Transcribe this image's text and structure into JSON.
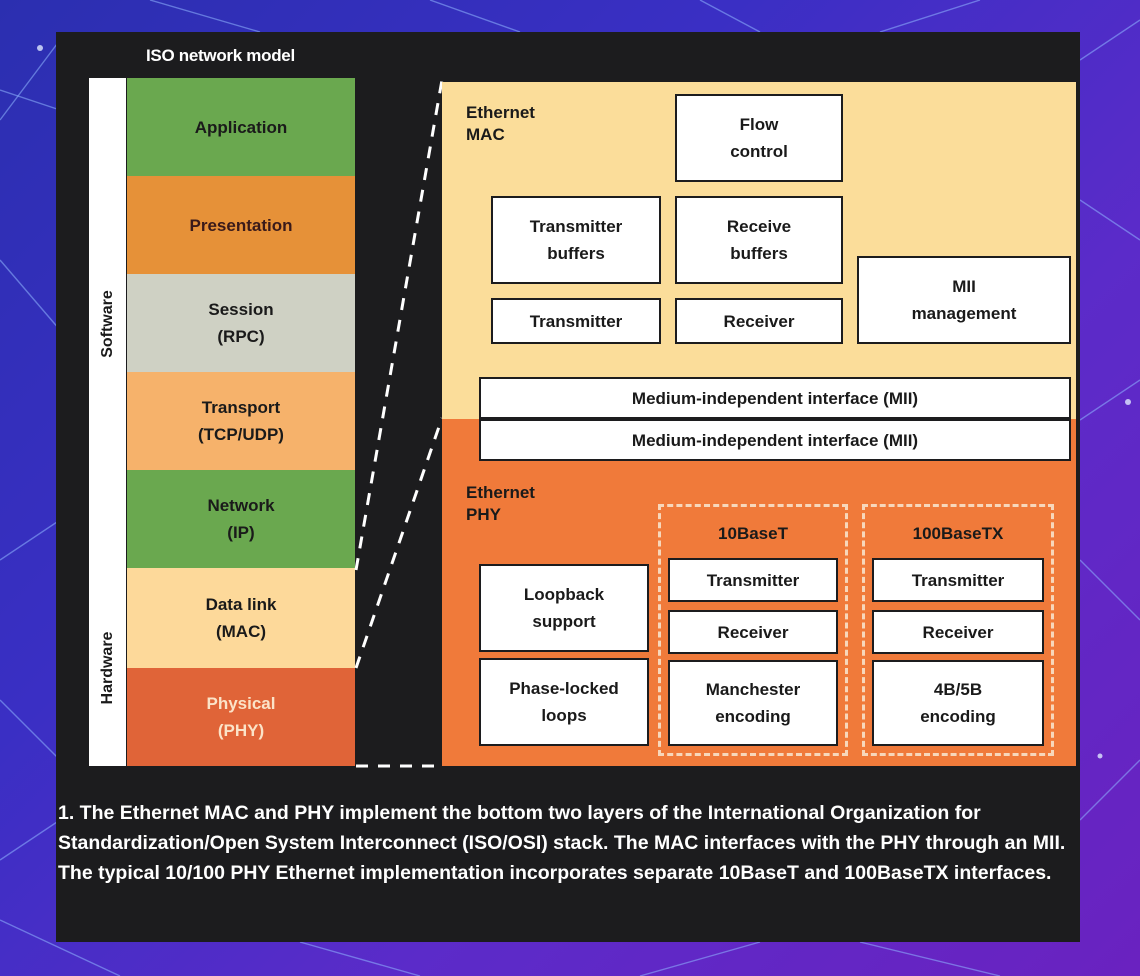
{
  "figure_title": "ISO network model",
  "side_labels": {
    "software": "Software",
    "hardware": "Hardware"
  },
  "layers": [
    {
      "lines": [
        "Application"
      ],
      "color": "#6aa84f",
      "text_color": "#1a1a1a"
    },
    {
      "lines": [
        "Presentation"
      ],
      "color": "#e69138",
      "text_color": "#3a1a1a"
    },
    {
      "lines": [
        "Session",
        "(RPC)"
      ],
      "color": "#cfd1c4",
      "text_color": "#1a1a1a"
    },
    {
      "lines": [
        "Transport",
        "(TCP/UDP)"
      ],
      "color": "#f6b26b",
      "text_color": "#1a1a1a"
    },
    {
      "lines": [
        "Network",
        "(IP)"
      ],
      "color": "#6aa84f",
      "text_color": "#1a1a1a"
    },
    {
      "lines": [
        "Data link",
        "(MAC)"
      ],
      "color": "#fdd99a",
      "text_color": "#1a1a1a"
    },
    {
      "lines": [
        "Physical",
        "(PHY)"
      ],
      "color": "#e06438",
      "text_color": "#fbe3c8"
    }
  ],
  "mac": {
    "label": [
      "Ethernet",
      "MAC"
    ],
    "flow_control": [
      "Flow",
      "control"
    ],
    "transmitter_buffers": [
      "Transmitter",
      "buffers"
    ],
    "receive_buffers": [
      "Receive",
      "buffers"
    ],
    "transmitter": "Transmitter",
    "receiver": "Receiver",
    "mii_management": [
      "MII",
      "management"
    ],
    "mii": "Medium-independent interface (MII)"
  },
  "phy": {
    "mii": "Medium-independent interface (MII)",
    "label": [
      "Ethernet",
      "PHY"
    ],
    "loopback": [
      "Loopback",
      "support"
    ],
    "pll": [
      "Phase-locked",
      "loops"
    ],
    "group_10": {
      "title": "10BaseT",
      "transmitter": "Transmitter",
      "receiver": "Receiver",
      "encoding": [
        "Manchester",
        "encoding"
      ]
    },
    "group_100": {
      "title": "100BaseTX",
      "transmitter": "Transmitter",
      "receiver": "Receiver",
      "encoding": [
        "4B/5B",
        "encoding"
      ]
    }
  },
  "caption": "1. The Ethernet MAC and PHY implement the bottom two layers of the International Organization for Standardization/Open System Interconnect (ISO/OSI) stack. The MAC interfaces with the PHY through an MII. The typical 10/100 PHY Ethernet implementation incorporates separate 10BaseT and 100BaseTX interfaces.",
  "colors": {
    "mac_panel": "#fbdd9a",
    "phy_panel": "#f07a3a",
    "figure_bg": "#1c1c1e"
  }
}
